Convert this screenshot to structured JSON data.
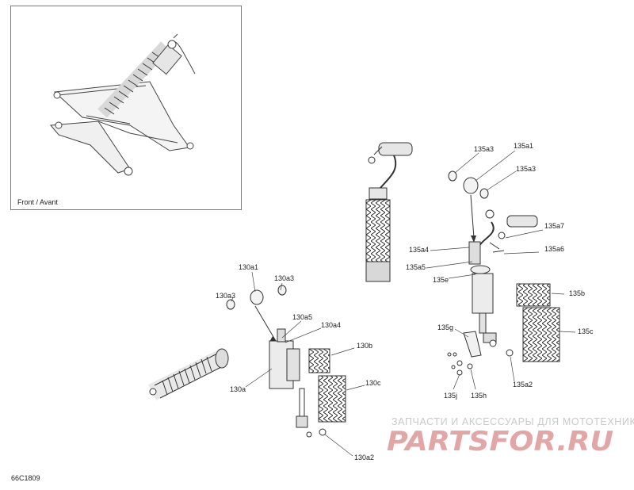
{
  "inset": {
    "caption": "Front / Avant"
  },
  "figure_id": "66C1809",
  "callouts": {
    "c130a1": "130a1",
    "c130a3_right": "130a3",
    "c130a3_left": "130a3",
    "c130a5": "130a5",
    "c130a4": "130a4",
    "c130b": "130b",
    "c130a": "130a",
    "c130c": "130c",
    "c130a2": "130a2",
    "c135a3_top": "135a3",
    "c135a1": "135a1",
    "c135a3_right": "135a3",
    "c135a7": "135a7",
    "c135a4": "135a4",
    "c135a6": "135a6",
    "c135a5": "135a5",
    "c135e": "135e",
    "c135b": "135b",
    "c135c": "135c",
    "c135g": "135g",
    "c135a2": "135a2",
    "c135j": "135j",
    "c135h": "135h"
  },
  "watermark": {
    "tagline": "ЗАПЧАСТИ И АКСЕССУАРЫ ДЛЯ МОТОТЕХНИКИ",
    "logo": "PARTSFOR.RU",
    "logo_color": "#e3a6a6"
  }
}
